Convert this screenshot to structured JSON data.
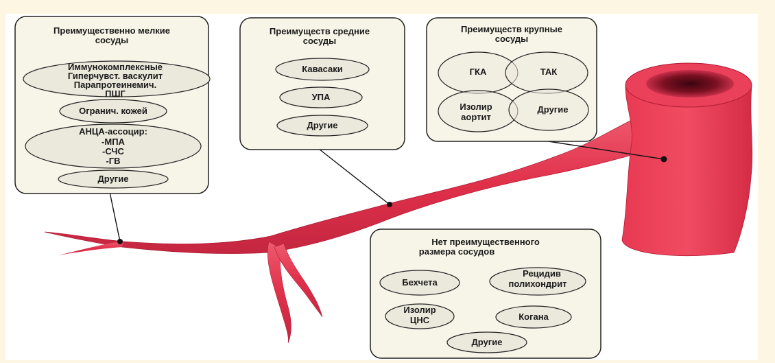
{
  "small_vessels": {
    "title_line1": "Преимущественно мелкие",
    "title_line2": "сосуды",
    "item1_line1": "Иммунокомплексные",
    "item1_line2": "Гиперчувст. васкулит",
    "item1_line3": "Парапротеинемич.",
    "item1_line4": "ПШГ",
    "item2": "Огранич. кожей",
    "item3_line1": "АНЦА-ассоцир:",
    "item3_line2": "-МПА",
    "item3_line3": "-СЧС",
    "item3_line4": "-ГВ",
    "item4": "Другие"
  },
  "medium_vessels": {
    "title_line1": "Преимуществ средние",
    "title_line2": "сосуды",
    "item1": "Кавасаки",
    "item2": "УПА",
    "item3": "Другие"
  },
  "large_vessels": {
    "title_line1": "Преимуществ крупные",
    "title_line2": "сосуды",
    "item1": "ГКА",
    "item2": "ТАК",
    "item3_line1": "Изолир",
    "item3_line2": "аортит",
    "item4": "Другие"
  },
  "variable_vessels": {
    "title_line1": "Нет преимущественного",
    "title_line2": "размера сосудов",
    "item1": "Бехчета",
    "item2_line1": "Рецидив",
    "item2_line2": "полихондрит",
    "item3_line1": "Изолир",
    "item3_line2": "ЦНС",
    "item4": "Когана",
    "item5": "Другие"
  },
  "colors": {
    "vessel": "#e0304a",
    "vessel_dark": "#b01c34",
    "box_fill": "#f7f4e8",
    "background": "#fdf6e3"
  }
}
